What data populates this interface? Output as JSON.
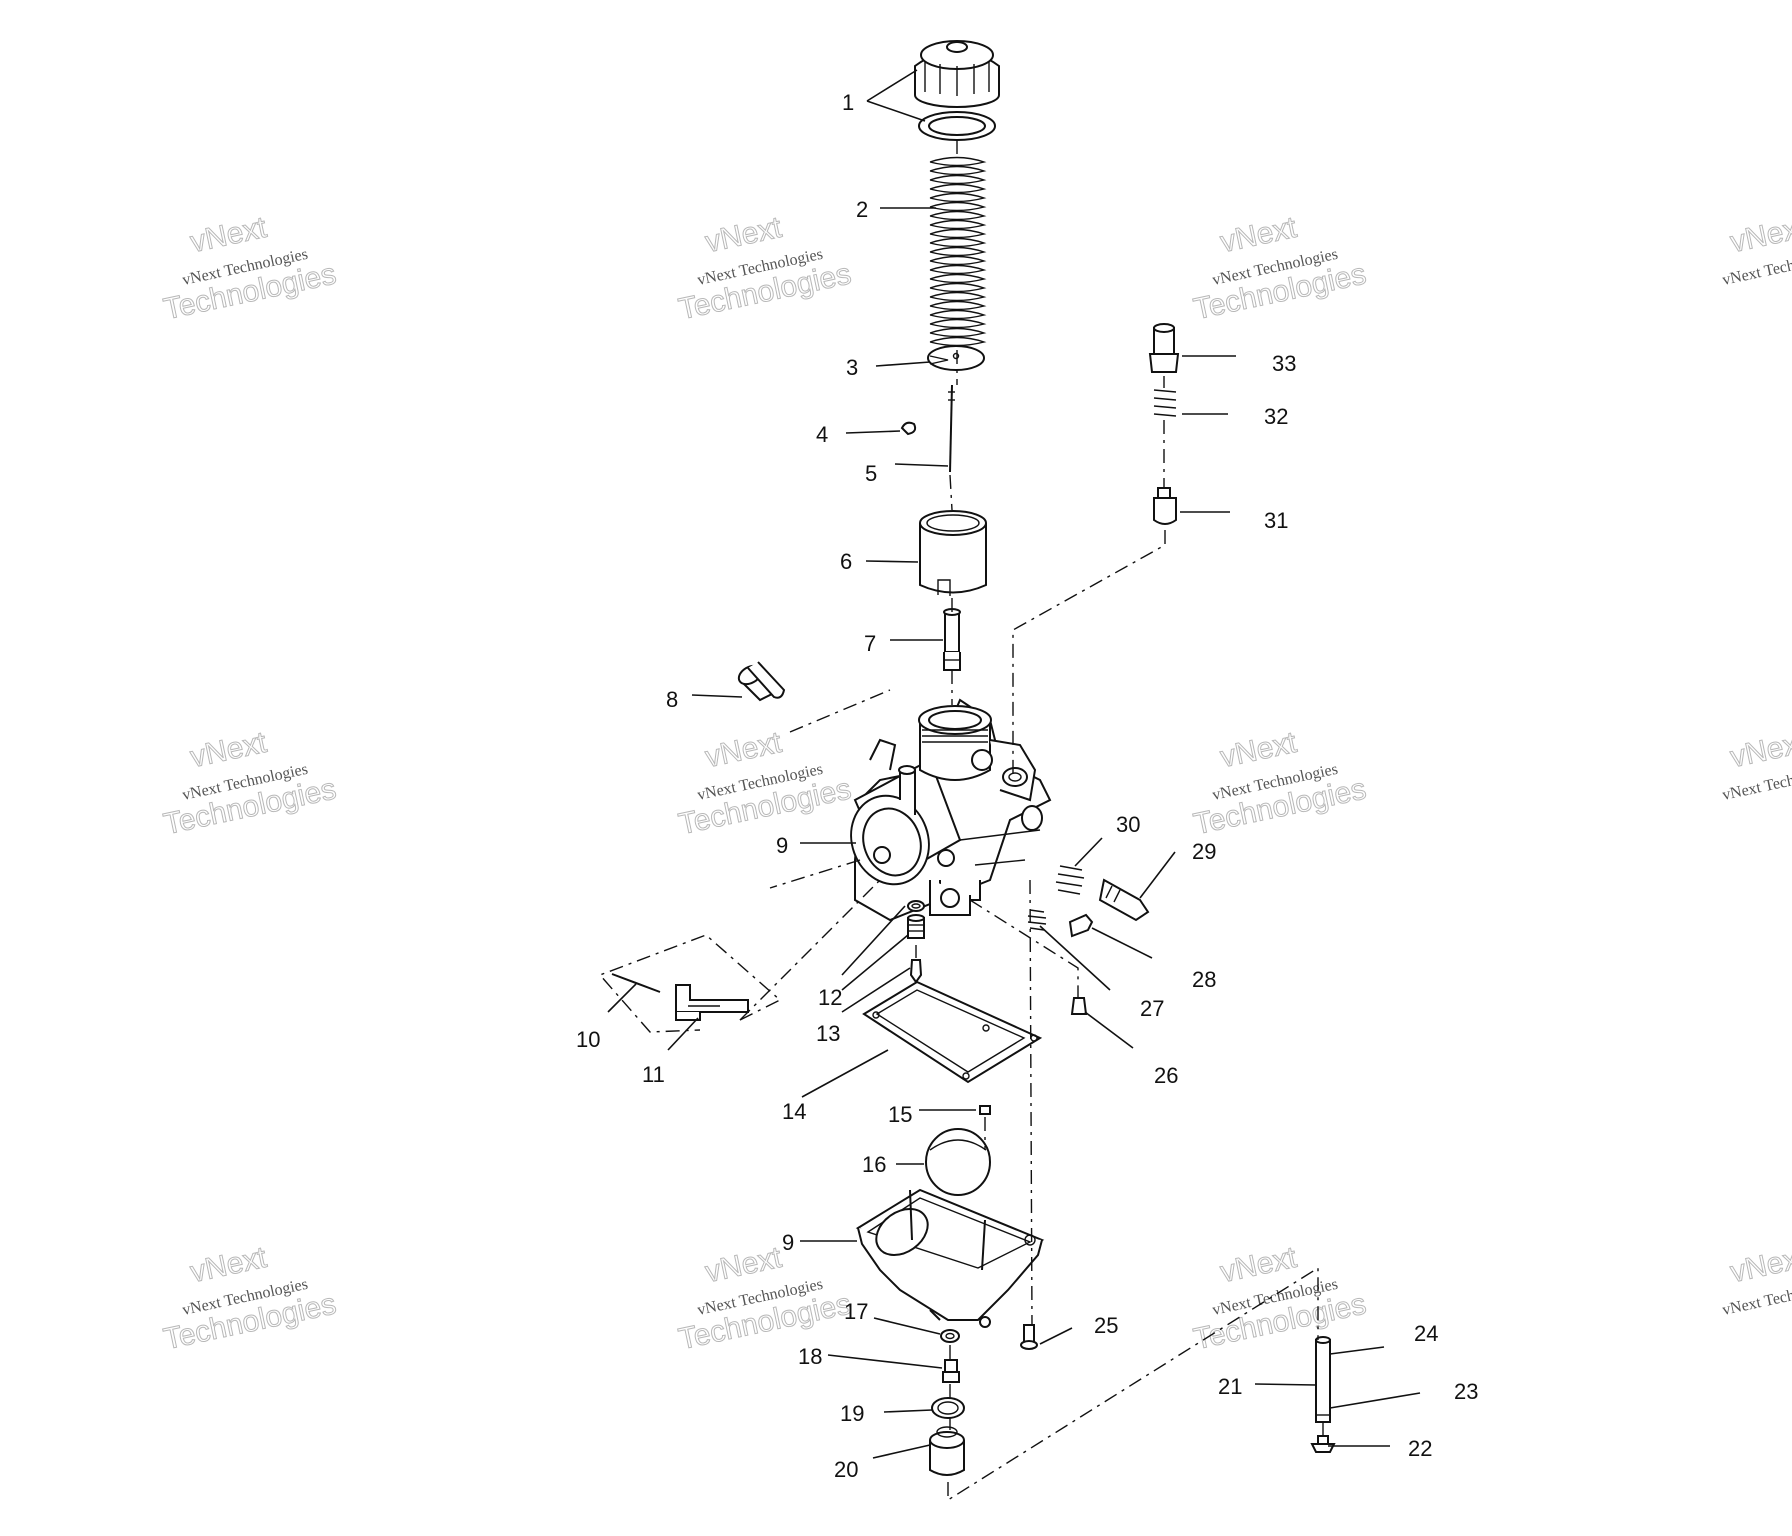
{
  "callouts": [
    "1",
    "2",
    "3",
    "4",
    "5",
    "6",
    "7",
    "8",
    "9",
    "10",
    "11",
    "12",
    "13",
    "14",
    "15",
    "16",
    "9",
    "17",
    "18",
    "19",
    "20",
    "21",
    "22",
    "23",
    "24",
    "25",
    "26",
    "27",
    "28",
    "29",
    "30",
    "31",
    "32",
    "33"
  ],
  "watermark": {
    "line1": "vNext",
    "line2": "vNext Technologies",
    "line3": "Technologies"
  }
}
